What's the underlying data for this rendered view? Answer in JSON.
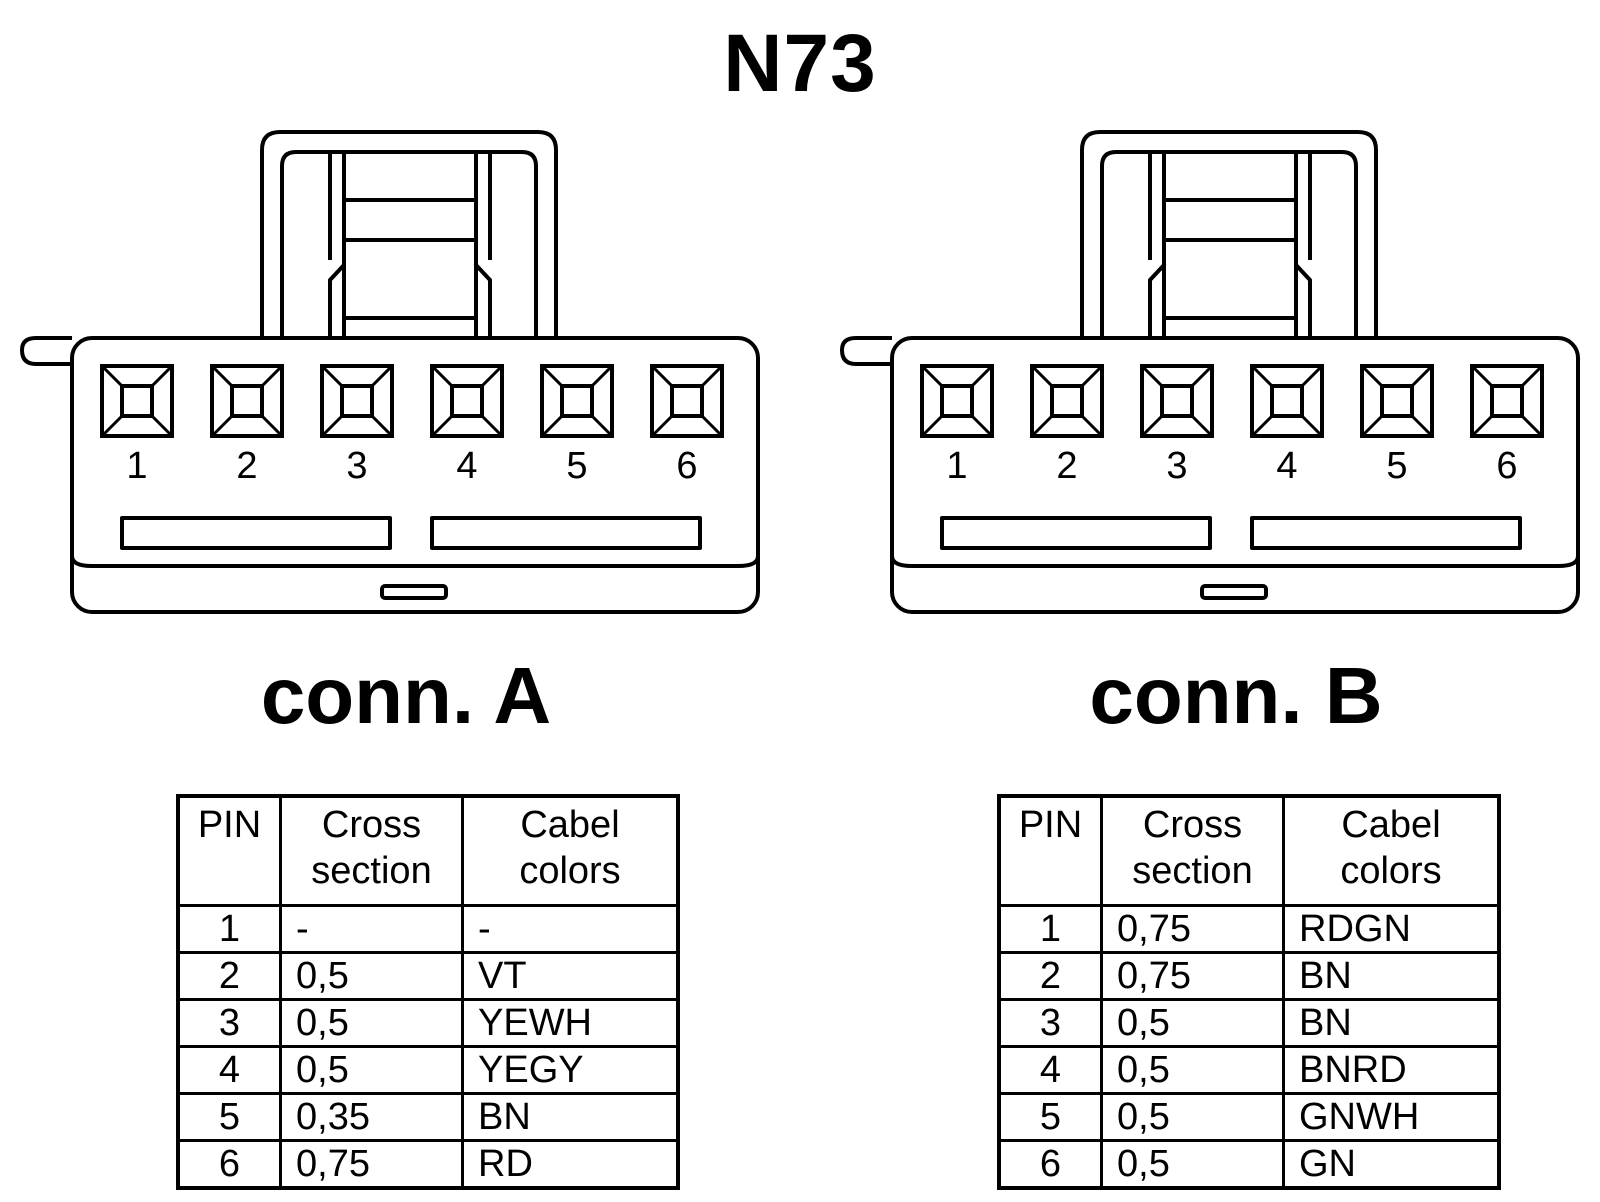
{
  "title": "N73",
  "connectors": [
    {
      "id": "a",
      "label": "conn. A",
      "pins": [
        "1",
        "2",
        "3",
        "4",
        "5",
        "6"
      ],
      "table": {
        "headers": {
          "pin": "PIN",
          "cross": [
            "Cross",
            "section"
          ],
          "colors": [
            "Cabel",
            "colors"
          ]
        },
        "rows": [
          {
            "pin": "1",
            "cross": "-",
            "color": "-"
          },
          {
            "pin": "2",
            "cross": "0,5",
            "color": "VT"
          },
          {
            "pin": "3",
            "cross": "0,5",
            "color": "YEWH"
          },
          {
            "pin": "4",
            "cross": "0,5",
            "color": "YEGY"
          },
          {
            "pin": "5",
            "cross": "0,35",
            "color": "BN"
          },
          {
            "pin": "6",
            "cross": "0,75",
            "color": "RD"
          }
        ]
      }
    },
    {
      "id": "b",
      "label": "conn. B",
      "pins": [
        "1",
        "2",
        "3",
        "4",
        "5",
        "6"
      ],
      "table": {
        "headers": {
          "pin": "PIN",
          "cross": [
            "Cross",
            "section"
          ],
          "colors": [
            "Cabel",
            "colors"
          ]
        },
        "rows": [
          {
            "pin": "1",
            "cross": "0,75",
            "color": "RDGN"
          },
          {
            "pin": "2",
            "cross": "0,75",
            "color": "BN"
          },
          {
            "pin": "3",
            "cross": "0,5",
            "color": "BN"
          },
          {
            "pin": "4",
            "cross": "0,5",
            "color": "BNRD"
          },
          {
            "pin": "5",
            "cross": "0,5",
            "color": "GNWH"
          },
          {
            "pin": "6",
            "cross": "0,5",
            "color": "GN"
          }
        ]
      }
    }
  ]
}
